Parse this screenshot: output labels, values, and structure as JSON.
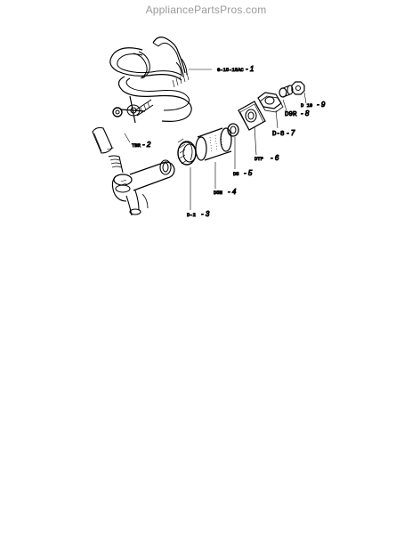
{
  "header": {
    "watermark": "AppliancePartsPros.com"
  },
  "parts": [
    {
      "code": "G-15-15AC",
      "number": "- 1"
    },
    {
      "code": "TBR",
      "number": "- 2"
    },
    {
      "code": "D-2",
      "number": "- 3"
    },
    {
      "code": "D5N",
      "number": "- 4"
    },
    {
      "code": "D5",
      "number": "- 5"
    },
    {
      "code": "DTP",
      "number": "- 6"
    },
    {
      "code": "D-8",
      "number": "- 7"
    },
    {
      "code": "D9R",
      "number": "- 8"
    },
    {
      "code": "D 10",
      "number": "- 9"
    }
  ]
}
